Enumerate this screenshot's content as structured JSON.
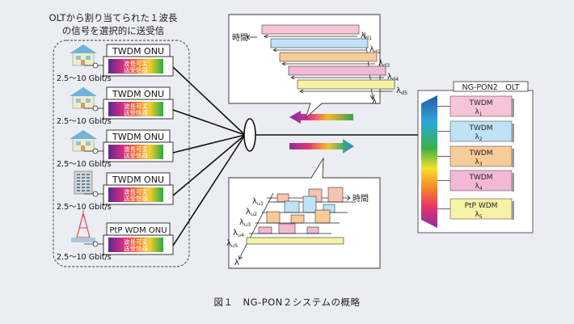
{
  "onu_group": {
    "header_line1": "OLTから割り当てられた１波長",
    "header_line2": "の信号を選択的に送受信",
    "onus": [
      {
        "label": "TWDM ONU",
        "chip_line1": "波長可変",
        "chip_line2": "送受信器",
        "rate": "2.5〜10 Gbit/s",
        "building": "house"
      },
      {
        "label": "TWDM ONU",
        "chip_line1": "波長可変",
        "chip_line2": "送受信器",
        "rate": "2.5〜10 Gbit/s",
        "building": "house"
      },
      {
        "label": "TWDM ONU",
        "chip_line1": "波長可変",
        "chip_line2": "送受信器",
        "rate": "2.5〜10 Gbit/s",
        "building": "house"
      },
      {
        "label": "TWDM ONU",
        "chip_line1": "波長可変",
        "chip_line2": "送受信器",
        "rate": "2.5〜10 Gbit/s",
        "building": "office"
      },
      {
        "label": "PtP WDM ONU",
        "chip_line1": "波長可変",
        "chip_line2": "送受信器",
        "rate": "2.5〜10 Gbit/s",
        "building": "tower"
      }
    ]
  },
  "downstream": {
    "time_label": "時間",
    "lambda_symbol": "λ",
    "channels": [
      {
        "sub": "d1",
        "color": "#f6c4d8"
      },
      {
        "sub": "d2",
        "color": "#bfe3f4"
      },
      {
        "sub": "d3",
        "color": "#f8cb9a"
      },
      {
        "sub": "d4",
        "color": "#f2b8d6"
      },
      {
        "sub": "d5",
        "color": "#f6f2a6"
      }
    ]
  },
  "upstream": {
    "time_label": "時間",
    "lambda_symbol": "λ",
    "channels": [
      {
        "sub": "u1",
        "color": "#f6c4ad"
      },
      {
        "sub": "u2",
        "color": "#bfe3f4"
      },
      {
        "sub": "u3",
        "color": "#f8cb9a"
      },
      {
        "sub": "u4",
        "color": "#f2b8d6"
      },
      {
        "sub": "u5",
        "color": "#f6f2a6"
      }
    ]
  },
  "olt": {
    "title": "NG-PON2　OLT",
    "units": [
      {
        "label": "TWDM",
        "lambda": "λ",
        "sub": "1",
        "color": "#f6c4d8"
      },
      {
        "label": "TWDM",
        "lambda": "λ",
        "sub": "2",
        "color": "#bfe3f4"
      },
      {
        "label": "TWDM",
        "lambda": "λ",
        "sub": "3",
        "color": "#f8cb9a"
      },
      {
        "label": "TWDM",
        "lambda": "λ",
        "sub": "4",
        "color": "#f2b8d6"
      },
      {
        "label": "PtP WDM",
        "lambda": "λ",
        "sub": "5",
        "color": "#f6f2a6"
      }
    ]
  },
  "caption": "図１　NG-PON２システムの概略"
}
